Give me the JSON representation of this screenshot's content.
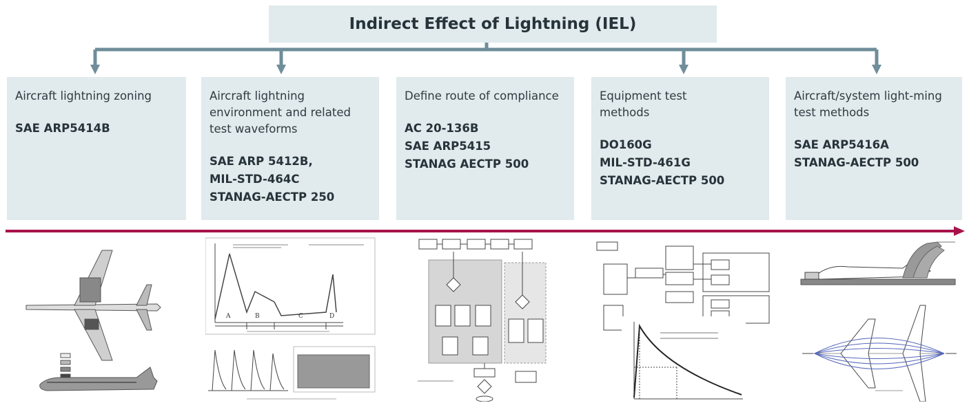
{
  "title": "Indirect Effect of Lightning (IEL)",
  "colors": {
    "connector": "#6f8d9a",
    "card_bg": "#e1eaec",
    "timeline": "#a8124a"
  },
  "columns": [
    {
      "description": "Aircraft lightning zoning",
      "standards": [
        "SAE ARP5414B"
      ],
      "image_icon": "aircraft-zoning-drawing-icon"
    },
    {
      "description": "Aircraft lightning environment and related test waveforms",
      "standards": [
        "SAE ARP 5412B,",
        "MIL-STD-464C",
        "STANAG-AECTP 250"
      ],
      "image_icon": "waveform-chart-icon"
    },
    {
      "description": "Define route of compliance",
      "standards": [
        "AC 20-136B",
        "SAE ARP5415",
        "STANAG AECTP 500"
      ],
      "image_icon": "compliance-flowchart-icon"
    },
    {
      "description": "Equipment test methods",
      "standards": [
        "DO160G",
        "MIL-STD-461G",
        "STANAG-AECTP 500"
      ],
      "image_icon": "test-setup-diagram-icon"
    },
    {
      "description": "Aircraft/system light-ming test methods",
      "standards": [
        "SAE ARP5416A",
        "STANAG-AECTP 500"
      ],
      "image_icon": "aircraft-test-rig-icon"
    }
  ]
}
